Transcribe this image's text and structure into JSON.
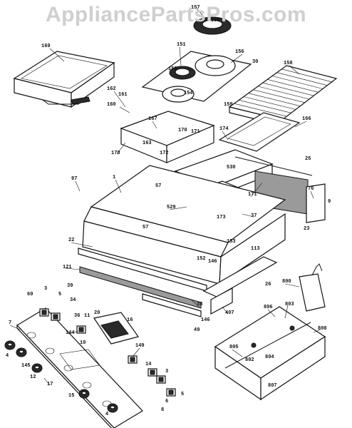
{
  "watermark": "AppliancePartsPros.com",
  "caption": "",
  "callouts": [
    {
      "id": "157",
      "text": "157"
    },
    {
      "id": "156a",
      "text": "158"
    },
    {
      "id": "169",
      "text": "169"
    },
    {
      "id": "151",
      "text": "151"
    },
    {
      "id": "156",
      "text": "156"
    },
    {
      "id": "30",
      "text": "30"
    },
    {
      "id": "158",
      "text": "158"
    },
    {
      "id": "150",
      "text": "150"
    },
    {
      "id": "162",
      "text": "162"
    },
    {
      "id": "154",
      "text": "154"
    },
    {
      "id": "161",
      "text": "161"
    },
    {
      "id": "160",
      "text": "160"
    },
    {
      "id": "159",
      "text": "159"
    },
    {
      "id": "167",
      "text": "167"
    },
    {
      "id": "170",
      "text": "170"
    },
    {
      "id": "174",
      "text": "174"
    },
    {
      "id": "166",
      "text": "166"
    },
    {
      "id": "163",
      "text": "163"
    },
    {
      "id": "171a",
      "text": "171"
    },
    {
      "id": "172",
      "text": "172"
    },
    {
      "id": "178",
      "text": "178"
    },
    {
      "id": "25",
      "text": "25"
    },
    {
      "id": "530",
      "text": "530"
    },
    {
      "id": "97",
      "text": "97"
    },
    {
      "id": "1",
      "text": "1"
    },
    {
      "id": "57a",
      "text": "57"
    },
    {
      "id": "171",
      "text": "171"
    },
    {
      "id": "76",
      "text": "76"
    },
    {
      "id": "9",
      "text": "9"
    },
    {
      "id": "529",
      "text": "529"
    },
    {
      "id": "37",
      "text": "37"
    },
    {
      "id": "173",
      "text": "173"
    },
    {
      "id": "57",
      "text": "57"
    },
    {
      "id": "23",
      "text": "23"
    },
    {
      "id": "22",
      "text": "22"
    },
    {
      "id": "153",
      "text": "153"
    },
    {
      "id": "152",
      "text": "152"
    },
    {
      "id": "146",
      "text": "146"
    },
    {
      "id": "113",
      "text": "113"
    },
    {
      "id": "121",
      "text": "121"
    },
    {
      "id": "38",
      "text": "38"
    },
    {
      "id": "800",
      "text": "800"
    },
    {
      "id": "60",
      "text": "60"
    },
    {
      "id": "3a",
      "text": "3"
    },
    {
      "id": "5a",
      "text": "5"
    },
    {
      "id": "34",
      "text": "34"
    },
    {
      "id": "39",
      "text": "39"
    },
    {
      "id": "36",
      "text": "36"
    },
    {
      "id": "16",
      "text": "16"
    },
    {
      "id": "11",
      "text": "11"
    },
    {
      "id": "20",
      "text": "20"
    },
    {
      "id": "146b",
      "text": "146"
    },
    {
      "id": "49",
      "text": "49"
    },
    {
      "id": "26",
      "text": "26"
    },
    {
      "id": "407",
      "text": "407"
    },
    {
      "id": "806",
      "text": "806"
    },
    {
      "id": "803",
      "text": "803"
    },
    {
      "id": "808",
      "text": "808"
    },
    {
      "id": "7",
      "text": "7"
    },
    {
      "id": "144",
      "text": "144"
    },
    {
      "id": "10",
      "text": "10"
    },
    {
      "id": "149",
      "text": "149"
    },
    {
      "id": "4",
      "text": "4"
    },
    {
      "id": "145",
      "text": "145"
    },
    {
      "id": "12",
      "text": "12"
    },
    {
      "id": "805",
      "text": "805"
    },
    {
      "id": "804",
      "text": "804"
    },
    {
      "id": "802",
      "text": "802"
    },
    {
      "id": "14",
      "text": "14"
    },
    {
      "id": "3",
      "text": "3"
    },
    {
      "id": "17",
      "text": "17"
    },
    {
      "id": "6",
      "text": "6"
    },
    {
      "id": "5",
      "text": "5"
    },
    {
      "id": "15",
      "text": "15"
    },
    {
      "id": "4b",
      "text": "4"
    },
    {
      "id": "807",
      "text": "807"
    },
    {
      "id": "8",
      "text": "8"
    }
  ]
}
